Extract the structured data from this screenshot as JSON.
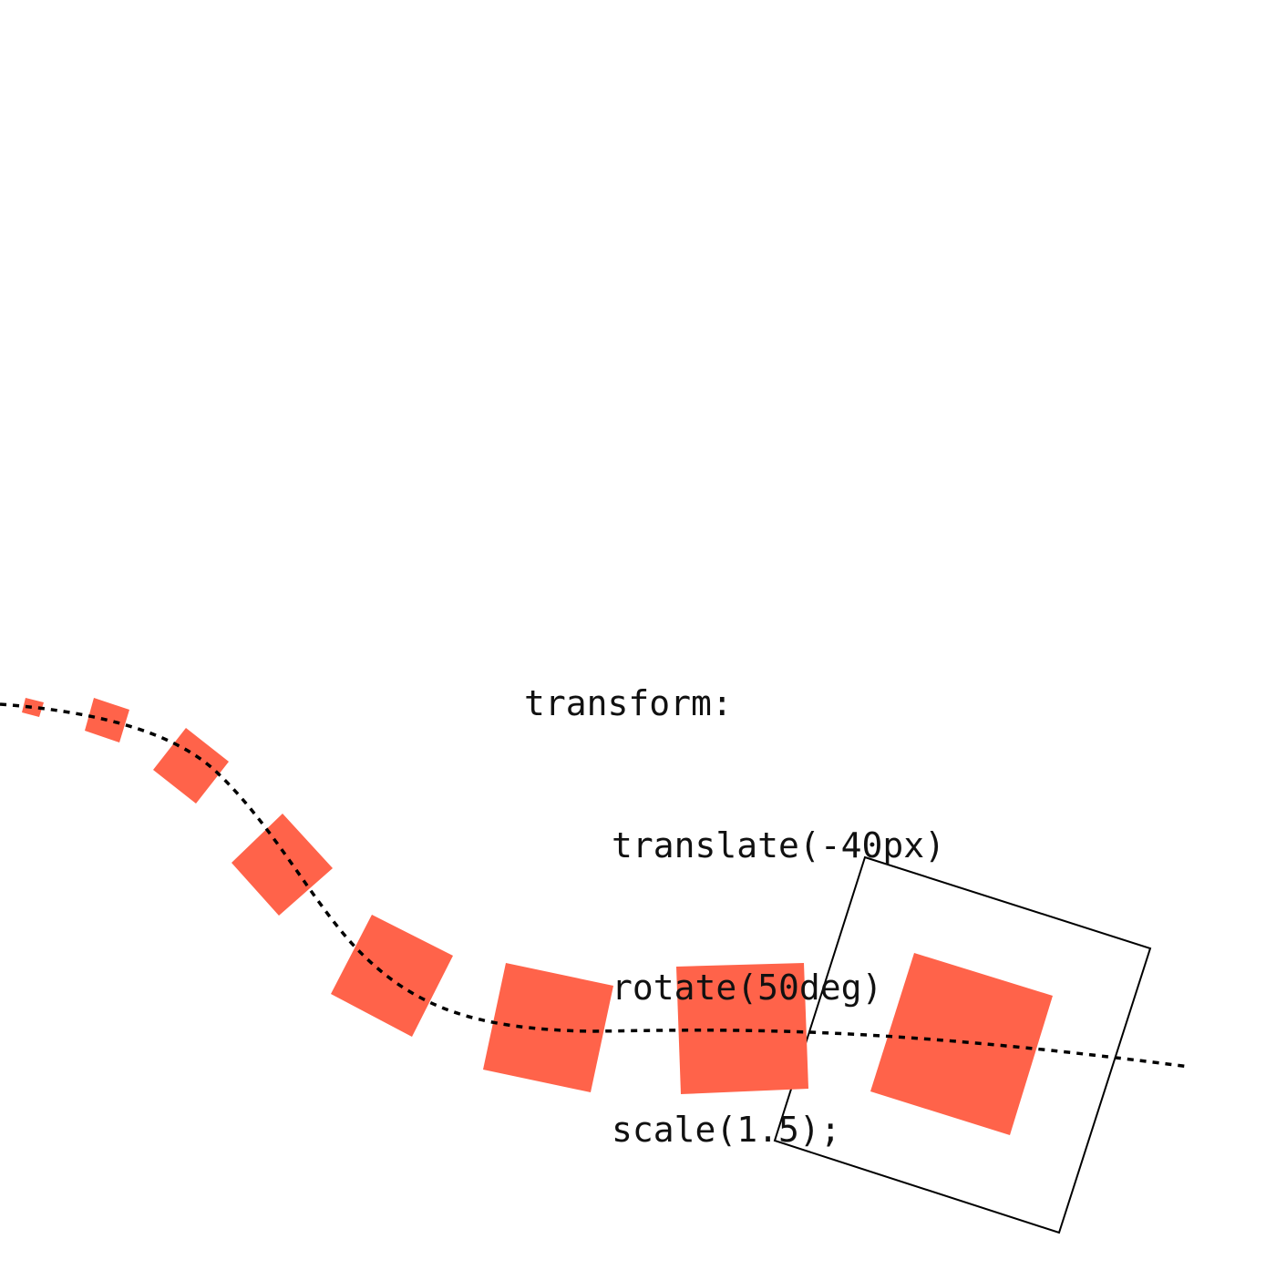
{
  "code": {
    "property": "transform:",
    "functions": [
      "translate(-40px)",
      "rotate(50deg)",
      "scale(1.5);"
    ]
  },
  "colors": {
    "square_fill": "#ff634a",
    "path_stroke": "#000000",
    "frame_stroke": "#000000",
    "background": "#ffffff"
  }
}
